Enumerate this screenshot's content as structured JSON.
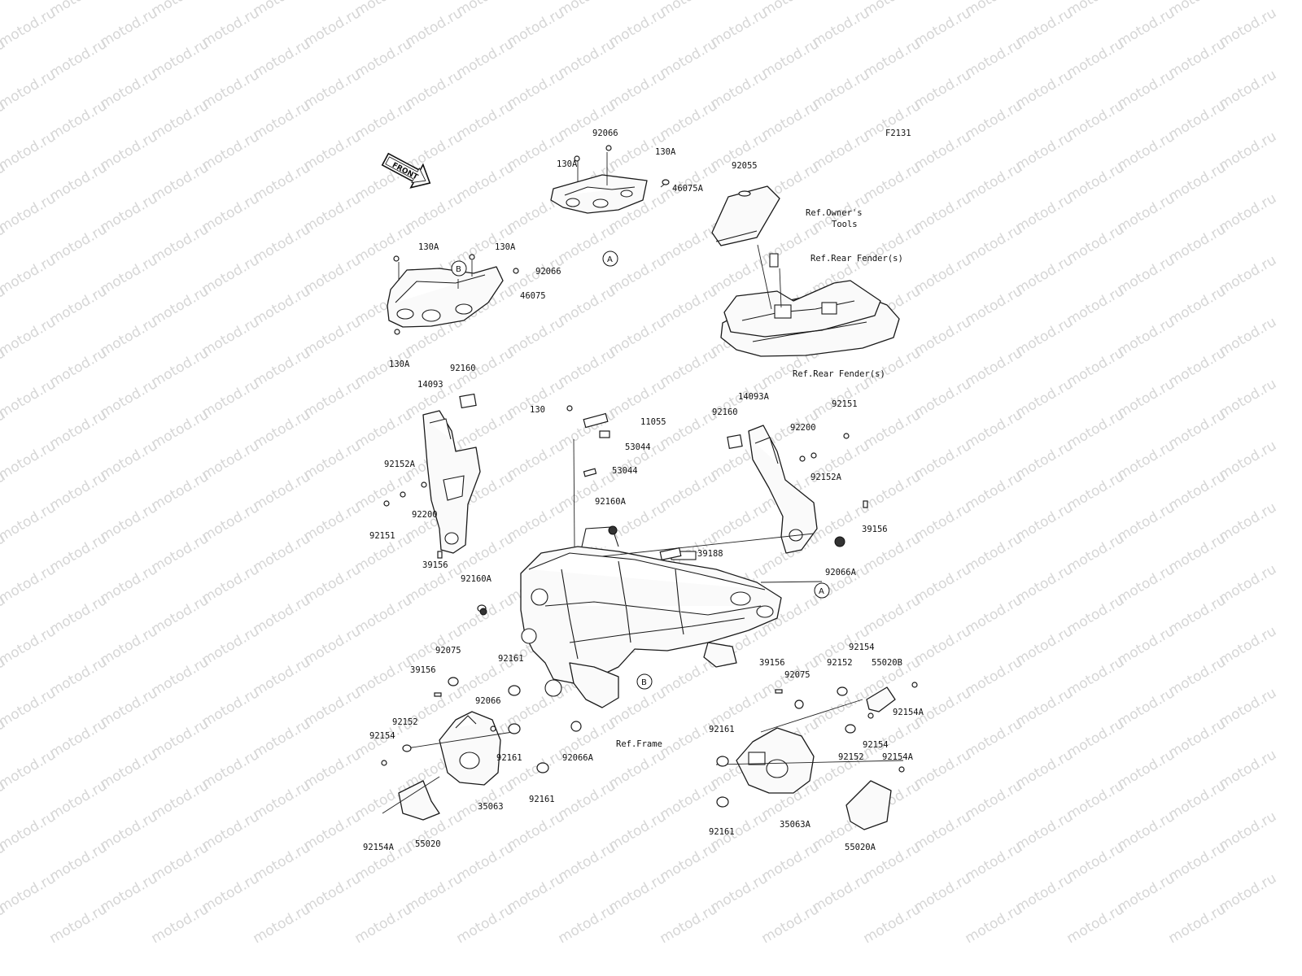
{
  "watermark": {
    "text": "motod.ru"
  },
  "figure_code": "F2131",
  "front_arrow": {
    "text": "FRONT",
    "icon": "front-direction-arrow-icon"
  },
  "callouts": [
    {
      "id": "c1",
      "text": "92066"
    },
    {
      "id": "c2",
      "text": "130A"
    },
    {
      "id": "c3",
      "text": "130A"
    },
    {
      "id": "c4",
      "text": "46075A"
    },
    {
      "id": "c5",
      "text": "A"
    },
    {
      "id": "c6",
      "text": "92055"
    },
    {
      "id": "c7",
      "text": "Ref.Owner's"
    },
    {
      "id": "c8",
      "text": "Tools"
    },
    {
      "id": "c9",
      "text": "Ref.Rear Fender(s)"
    },
    {
      "id": "c10",
      "text": "Ref.Rear Fender(s)"
    },
    {
      "id": "c11",
      "text": "130A"
    },
    {
      "id": "c12",
      "text": "130A"
    },
    {
      "id": "c13",
      "text": "B"
    },
    {
      "id": "c14",
      "text": "92066"
    },
    {
      "id": "c15",
      "text": "46075"
    },
    {
      "id": "c16",
      "text": "130A"
    },
    {
      "id": "c17",
      "text": "92160"
    },
    {
      "id": "c18",
      "text": "14093"
    },
    {
      "id": "c19",
      "text": "130"
    },
    {
      "id": "c20",
      "text": "11055"
    },
    {
      "id": "c21",
      "text": "53044"
    },
    {
      "id": "c22",
      "text": "53044"
    },
    {
      "id": "c23",
      "text": "14093A"
    },
    {
      "id": "c24",
      "text": "92160"
    },
    {
      "id": "c25",
      "text": "92151"
    },
    {
      "id": "c26",
      "text": "92200"
    },
    {
      "id": "c27",
      "text": "92152A"
    },
    {
      "id": "c28",
      "text": "92152A"
    },
    {
      "id": "c29",
      "text": "92200"
    },
    {
      "id": "c30",
      "text": "92151"
    },
    {
      "id": "c31",
      "text": "92160A"
    },
    {
      "id": "c32",
      "text": "39156"
    },
    {
      "id": "c33",
      "text": "39188"
    },
    {
      "id": "c34",
      "text": "92066A"
    },
    {
      "id": "c35",
      "text": "39156"
    },
    {
      "id": "c36",
      "text": "92160A"
    },
    {
      "id": "c37",
      "text": "A"
    },
    {
      "id": "c38",
      "text": "92075"
    },
    {
      "id": "c39",
      "text": "39156"
    },
    {
      "id": "c40",
      "text": "92161"
    },
    {
      "id": "c41",
      "text": "92154"
    },
    {
      "id": "c42",
      "text": "39156"
    },
    {
      "id": "c43",
      "text": "92152"
    },
    {
      "id": "c44",
      "text": "55020B"
    },
    {
      "id": "c45",
      "text": "92075"
    },
    {
      "id": "c46",
      "text": "B"
    },
    {
      "id": "c47",
      "text": "92066"
    },
    {
      "id": "c48",
      "text": "92152"
    },
    {
      "id": "c49",
      "text": "92154A"
    },
    {
      "id": "c50",
      "text": "92154"
    },
    {
      "id": "c51",
      "text": "92161"
    },
    {
      "id": "c52",
      "text": "92066A"
    },
    {
      "id": "c53",
      "text": "Ref.Frame"
    },
    {
      "id": "c54",
      "text": "92161"
    },
    {
      "id": "c55",
      "text": "92154"
    },
    {
      "id": "c56",
      "text": "92152"
    },
    {
      "id": "c57",
      "text": "92154A"
    },
    {
      "id": "c58",
      "text": "35063"
    },
    {
      "id": "c59",
      "text": "92161"
    },
    {
      "id": "c60",
      "text": "92161"
    },
    {
      "id": "c61",
      "text": "35063A"
    },
    {
      "id": "c62",
      "text": "92154A"
    },
    {
      "id": "c63",
      "text": "55020"
    },
    {
      "id": "c64",
      "text": "55020A"
    }
  ]
}
